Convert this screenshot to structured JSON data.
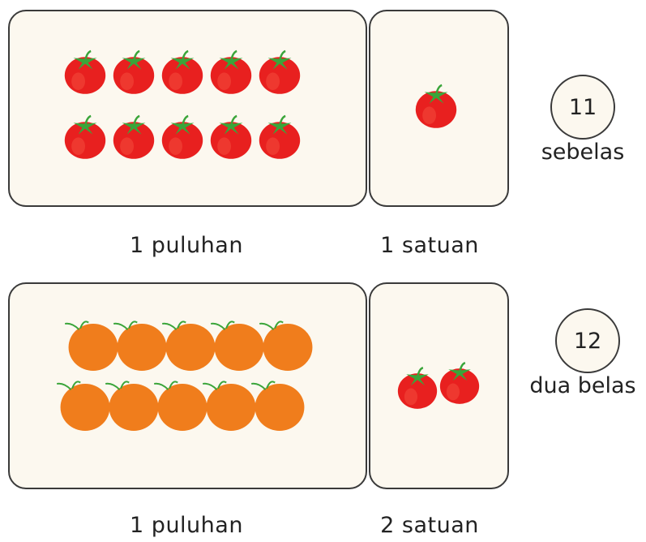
{
  "rows": [
    {
      "tens_label": "1 puluhan",
      "ones_label": "1 satuan",
      "number": "11",
      "word": "sebelas",
      "tens_fruit": "tomato",
      "tens_count": 10,
      "ones_count": 1
    },
    {
      "tens_label": "1 puluhan",
      "ones_label": "2 satuan",
      "number": "12",
      "word": "dua belas",
      "tens_fruit": "orange",
      "tens_count": 10,
      "ones_count": 2
    }
  ],
  "colors": {
    "tomato": "#e8201f",
    "orange": "#f07d1c",
    "leaf": "#3aa53a",
    "panel": "#fcf8ef",
    "border": "#3a3a3a"
  }
}
